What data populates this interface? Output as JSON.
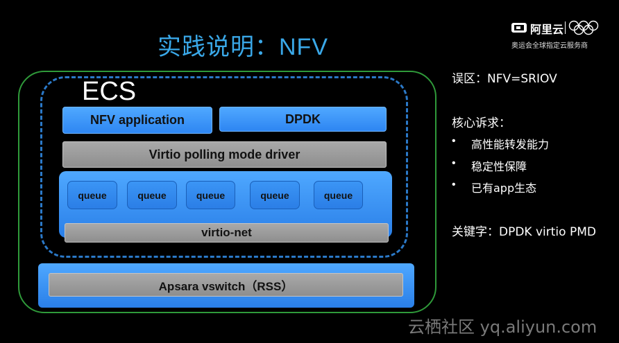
{
  "title": "实践说明：NFV",
  "logo": {
    "brand": "阿里云",
    "subtitle": "奥运会全球指定云服务商"
  },
  "diagram": {
    "ecs_label": "ECS",
    "nfv_application": "NFV application",
    "dpdk": "DPDK",
    "pmd": "Virtio polling mode driver",
    "queues": [
      "queue",
      "queue",
      "queue",
      "queue",
      "queue"
    ],
    "virtio_net": "virtio-net",
    "vswitch": "Apsara vswitch（RSS）"
  },
  "notes": {
    "misconception": "误区：NFV=SRIOV",
    "core_heading": "核心诉求：",
    "bullets": [
      "高性能转发能力",
      "稳定性保障",
      "已有app生态"
    ],
    "keywords": "关键字：DPDK virtio PMD"
  },
  "watermark": "云栖社区 yq.aliyun.com",
  "colors": {
    "title": "#3aa8e8",
    "blue_box": "#2e86f2",
    "gray_bar": "#9a9a9a",
    "host_border": "#2f9a3a",
    "ecs_border": "#2b79c8"
  }
}
